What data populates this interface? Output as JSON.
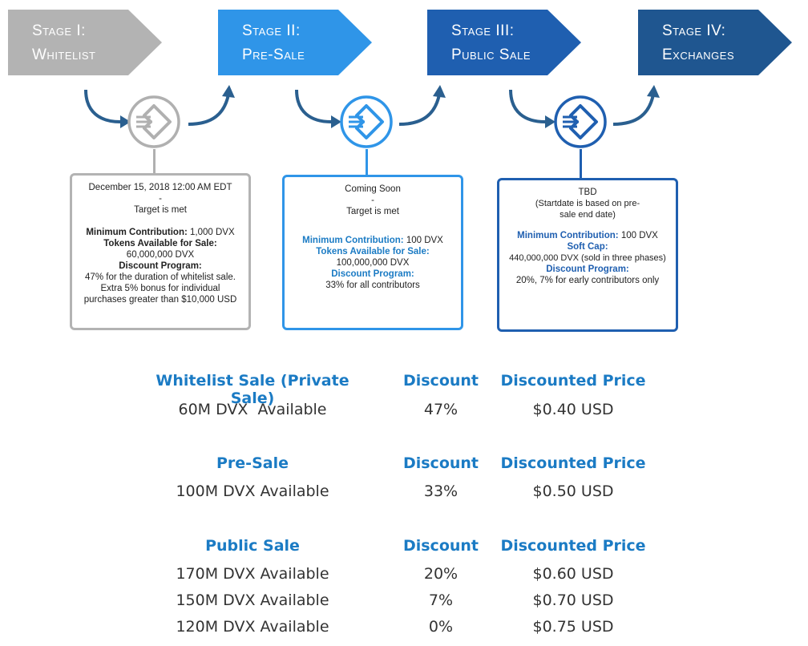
{
  "stages": [
    {
      "line1": "Stage I:",
      "line2": "Whitelist",
      "color": "#b3b3b3",
      "box": {
        "date": "December 15, 2018 12:00 AM EDT",
        "dash": "-",
        "status": "Target is met",
        "min_label": "Minimum Contribution:",
        "min_value": " 1,000 DVX",
        "tokens_label": "Tokens Available for Sale:",
        "tokens_value": "60,000,000 DVX",
        "discount_label": "Discount Program:",
        "discount_text": "47% for the duration of whitelist sale. Extra 5% bonus for individual purchases greater than $10,000 USD"
      }
    },
    {
      "line1": "Stage II:",
      "line2": "Pre-Sale",
      "color": "#2f95e8",
      "box": {
        "date": "Coming Soon",
        "dash": "-",
        "status": "Target is met",
        "min_label": "Minimum Contribution:",
        "min_value": " 100 DVX",
        "tokens_label": "Tokens Available for Sale:",
        "tokens_value": "100,000,000 DVX",
        "discount_label": "Discount Program:",
        "discount_text": "33% for all contributors"
      }
    },
    {
      "line1": "Stage III:",
      "line2": "Public Sale",
      "color": "#1f5fb0",
      "box": {
        "date": "TBD",
        "note": "(Startdate is based on pre-sale end date)",
        "min_label": "Minimum Contribution:",
        "min_value": " 100 DVX",
        "tokens_label": "Soft Cap:",
        "tokens_value": "440,000,000 DVX (sold in three phases)",
        "discount_label": "Discount Program:",
        "discount_text": "20%, 7% for early contributors only"
      }
    },
    {
      "line1": "Stage IV:",
      "line2": "Exchanges",
      "color": "#1f5690"
    }
  ],
  "pricing": {
    "groups": [
      {
        "title": "Whitelist Sale (Private Sale)",
        "discount_header": "Discount",
        "price_header": "Discounted Price",
        "rows": [
          {
            "available": "60M DVX  Available",
            "discount": "47%",
            "price": "$0.40 USD"
          }
        ]
      },
      {
        "title": "Pre-Sale",
        "discount_header": "Discount",
        "price_header": "Discounted Price",
        "rows": [
          {
            "available": "100M DVX Available",
            "discount": "33%",
            "price": "$0.50 USD"
          }
        ]
      },
      {
        "title": "Public Sale",
        "discount_header": "Discount",
        "price_header": "Discounted Price",
        "rows": [
          {
            "available": "170M DVX Available",
            "discount": "20%",
            "price": "$0.60 USD"
          },
          {
            "available": "150M DVX Available",
            "discount": "7%",
            "price": "$0.70 USD"
          },
          {
            "available": "120M DVX Available",
            "discount": "0%",
            "price": "$0.75 USD"
          }
        ]
      }
    ]
  },
  "colors": {
    "accent_blue": "#1b7bc4",
    "arrow_dark": "#2a5f8f",
    "gray": "#aaaaaa"
  }
}
